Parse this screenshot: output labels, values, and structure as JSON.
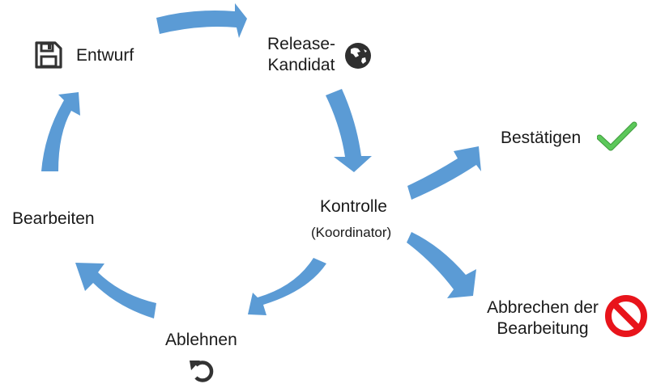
{
  "diagram": {
    "arrow_color": "#5b9bd5",
    "nodes": {
      "entwurf": {
        "label": "Entwurf",
        "icon": "floppy-disk-icon"
      },
      "release": {
        "line1": "Release-",
        "line2": "Kandidat",
        "icon": "globe-icon"
      },
      "kontrolle": {
        "label": "Kontrolle",
        "sublabel": "(Koordinator)"
      },
      "bestaetigen": {
        "label": "Bestätigen",
        "icon": "checkmark-icon",
        "icon_color": "#5cc85a"
      },
      "abbrechen": {
        "line1": "Abbrechen der",
        "line2": "Bearbeitung",
        "icon": "prohibited-icon",
        "icon_color": "#e8141b"
      },
      "ablehnen": {
        "label": "Ablehnen",
        "icon": "undo-icon"
      },
      "bearbeiten": {
        "label": "Bearbeiten"
      }
    },
    "edges": [
      {
        "from": "Entwurf",
        "to": "Release-Kandidat"
      },
      {
        "from": "Release-Kandidat",
        "to": "Kontrolle"
      },
      {
        "from": "Kontrolle",
        "to": "Bestätigen"
      },
      {
        "from": "Kontrolle",
        "to": "Abbrechen der Bearbeitung"
      },
      {
        "from": "Kontrolle",
        "to": "Ablehnen"
      },
      {
        "from": "Ablehnen",
        "to": "Bearbeiten"
      },
      {
        "from": "Bearbeiten",
        "to": "Entwurf"
      }
    ]
  }
}
